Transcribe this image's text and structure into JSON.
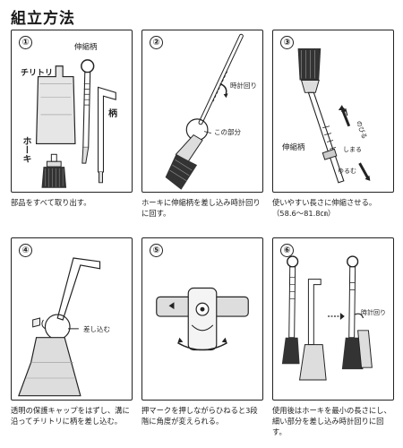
{
  "title": "組立方法",
  "steps": [
    {
      "number": "①",
      "caption": "部品をすべて取り出す。",
      "labels": {
        "telescopic": "伸縮柄",
        "dustpan": "チリトリ",
        "handle": "柄",
        "broom": "ホーキ"
      }
    },
    {
      "number": "②",
      "caption": "ホーキに伸縮柄を差し込み時計回りに回す。",
      "labels": {
        "clockwise": "時計回り",
        "this_part": "この部分"
      }
    },
    {
      "number": "③",
      "caption": "使いやすい長さに伸縮させる。（58.6〜81.8㎝）",
      "labels": {
        "extend": "のびる",
        "telescopic": "伸縮柄",
        "tighten": "しまる",
        "loosen": "ゆるむ"
      }
    },
    {
      "number": "④",
      "caption": "透明の保護キャップをはずし、溝に沿ってチリトリに柄を差し込む。",
      "labels": {
        "insert": "差し込む"
      }
    },
    {
      "number": "⑤",
      "caption": "押マークを押しながらひねると3段階に角度が変えられる。",
      "labels": {}
    },
    {
      "number": "⑥",
      "caption": "使用後はホーキを最小の長さにし、細い部分を差し込み時計回りに回す。",
      "labels": {
        "clockwise": "時計回り"
      }
    }
  ]
}
